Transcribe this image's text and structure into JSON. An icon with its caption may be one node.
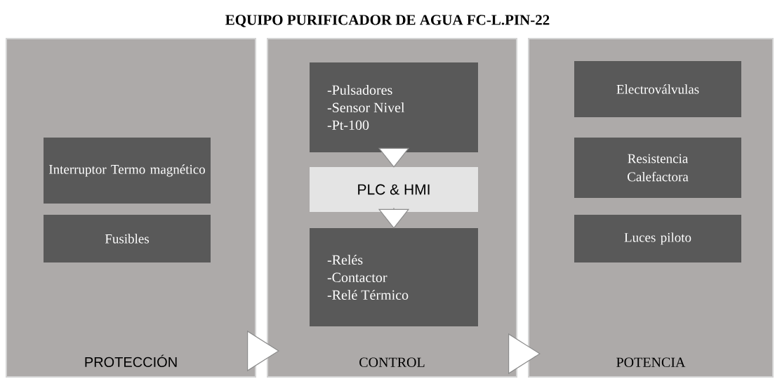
{
  "diagram": {
    "title": "EQUIPO PURIFICADOR DE AGUA FC-L.PIN-22",
    "nodes": [
      {
        "text": [
          "PROTECCIÓN"
        ]
      },
      {
        "text": [
          "Interruptor Termo magnético"
        ],
        "in": 0
      },
      {
        "text": [
          "Fusibles"
        ],
        "in": 0
      },
      {
        "text": [
          "CONTROL"
        ]
      },
      {
        "text": [
          "-Pulsadores",
          "-Sensor Nivel",
          "-Pt-100"
        ],
        "in": 3
      },
      {
        "text": [
          "PLC & HMI"
        ],
        "in": 3
      },
      {
        "text": [
          "-Relés",
          "-Contactor",
          "-Relé Térmico"
        ],
        "in": 3
      },
      {
        "text": [
          "POTENCIA"
        ]
      },
      {
        "text": [
          "Electroválvulas"
        ],
        "in": 7
      },
      {
        "text": [
          "Resistencia Calefactora"
        ],
        "in": 7
      },
      {
        "text": [
          "Luces piloto"
        ],
        "in": 7
      }
    ],
    "edges": [
      {
        "from": 0,
        "to": 3,
        "arrow": "to"
      },
      {
        "from": 3,
        "to": 7,
        "arrow": "to"
      },
      {
        "from": 4,
        "to": 5,
        "arrow": "to"
      },
      {
        "from": 5,
        "to": 6,
        "arrow": "to"
      }
    ]
  }
}
